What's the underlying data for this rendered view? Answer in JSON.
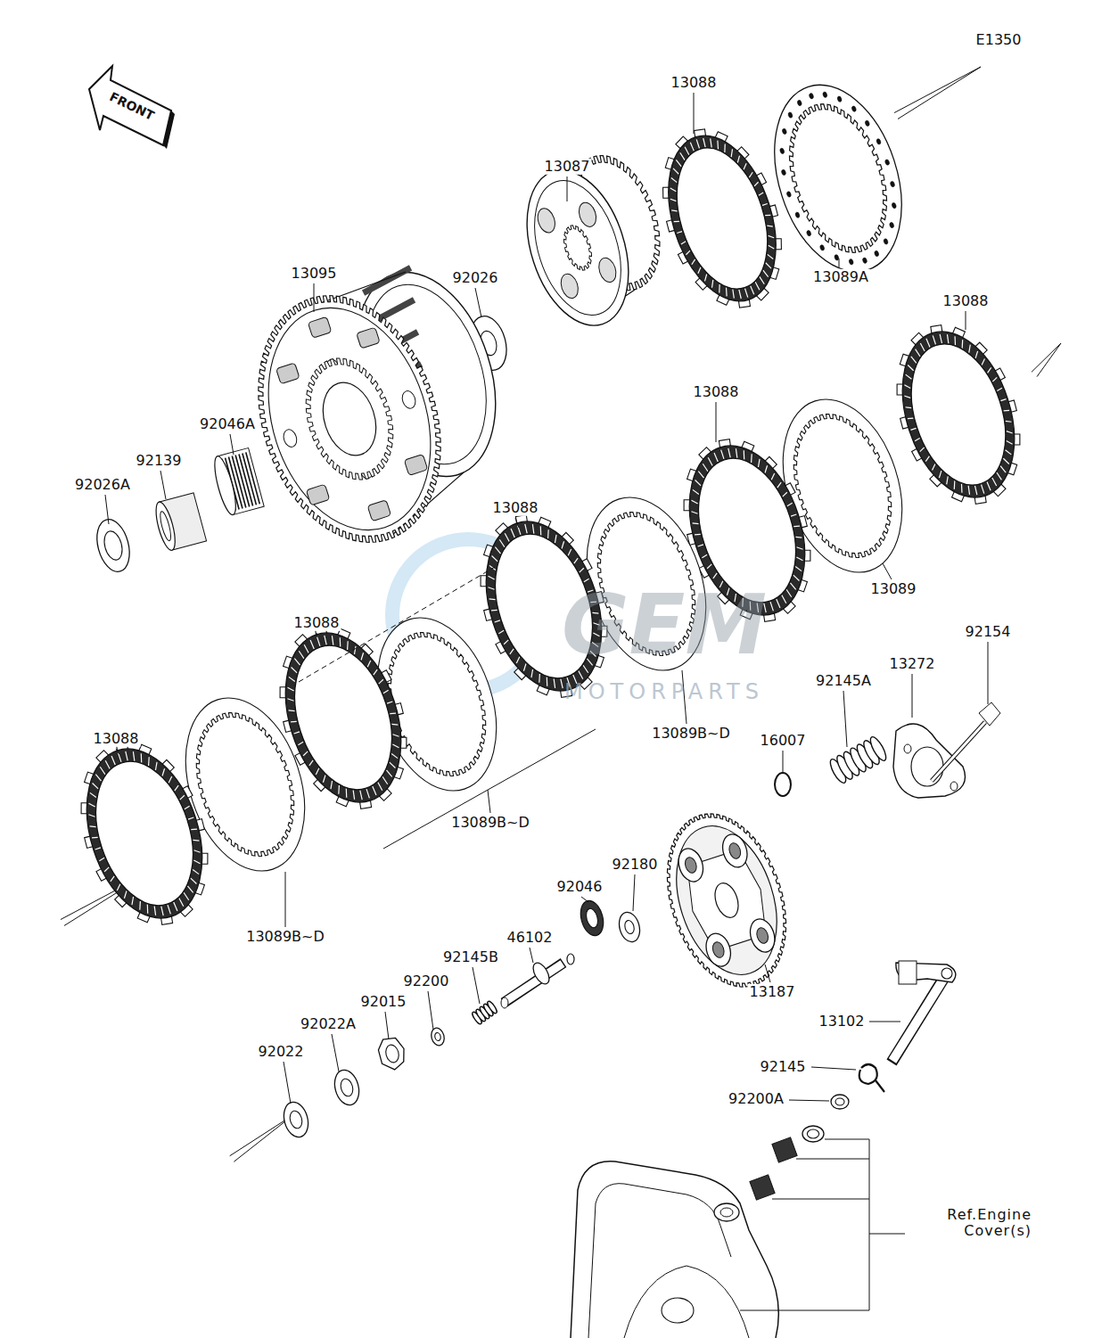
{
  "diagram": {
    "labels": [
      "E1350",
      "FRONT",
      "13088",
      "13087",
      "13095",
      "92026",
      "13089A",
      "13088",
      "92046A",
      "92139",
      "13088",
      "92026A",
      "13088",
      "13089",
      "13088",
      "92154",
      "13272",
      "92145A",
      "13089B~D",
      "16007",
      "13088",
      "13089B~D",
      "92180",
      "92046",
      "13089B~D",
      "46102",
      "92145B",
      "92200",
      "13187",
      "92015",
      "13102",
      "92022A",
      "92022",
      "92145",
      "92200A",
      "Ref.Engine Cover(s)",
      "GEM",
      "MOTORPARTS"
    ]
  }
}
